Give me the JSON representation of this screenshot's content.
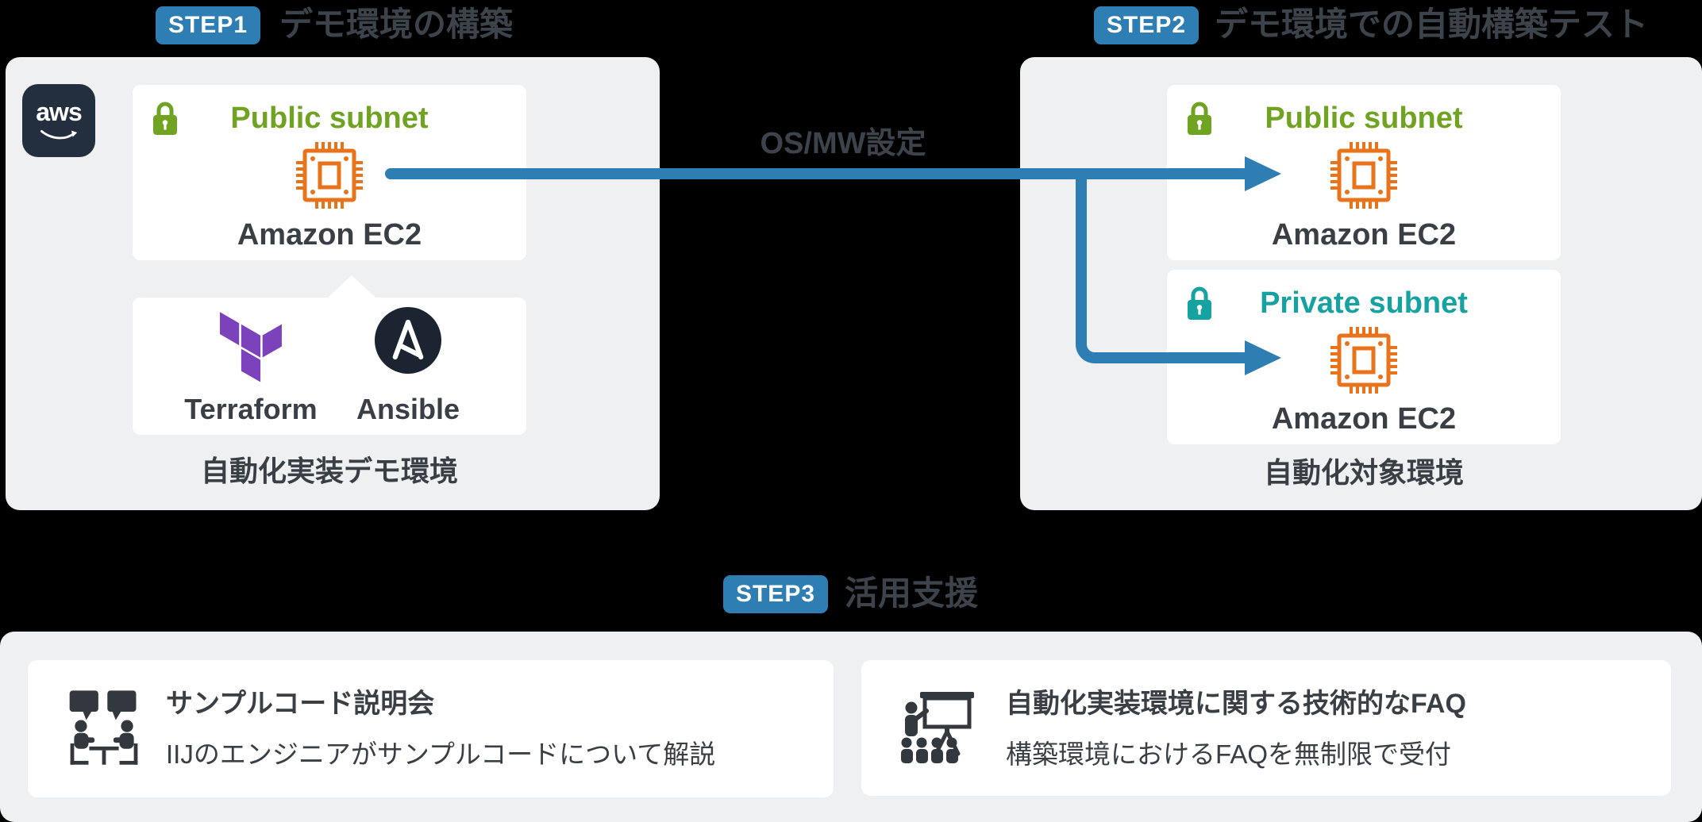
{
  "colors": {
    "accent_blue": "#2e7eb4",
    "subnet_public_green": "#70a321",
    "subnet_private_teal": "#16a2a0",
    "ec2_orange": "#e8731a",
    "terraform_purple": "#7b42bc",
    "aws_navy": "#232f3e",
    "ansible_black": "#1b2430",
    "heading_gray": "#3d434b",
    "text_dark": "#3a3f45",
    "panel_gray": "#eef0f2",
    "card_white": "#ffffff",
    "icon_dark": "#32383d"
  },
  "steps": [
    {
      "badge": "STEP1",
      "title": "デモ環境の構築"
    },
    {
      "badge": "STEP2",
      "title": "デモ環境での自動構築テスト"
    },
    {
      "badge": "STEP3",
      "title": "活用支援"
    }
  ],
  "left_panel": {
    "provider_logo": "aws",
    "subnet_card": {
      "name": "Public subnet",
      "service": "Amazon EC2"
    },
    "tools": [
      {
        "name": "Terraform"
      },
      {
        "name": "Ansible"
      }
    ],
    "caption": "自動化実装デモ環境"
  },
  "flow": {
    "label": "OS/MW設定"
  },
  "right_panel": {
    "cards": [
      {
        "name": "Public subnet",
        "service": "Amazon EC2"
      },
      {
        "name": "Private subnet",
        "service": "Amazon EC2"
      }
    ],
    "caption": "自動化対象環境"
  },
  "support": {
    "cards": [
      {
        "title": "サンプルコード説明会",
        "description": "IIJのエンジニアがサンプルコードについて解説"
      },
      {
        "title": "自動化実装環境に関する技術的なFAQ",
        "description": "構築環境におけるFAQを無制限で受付"
      }
    ]
  }
}
